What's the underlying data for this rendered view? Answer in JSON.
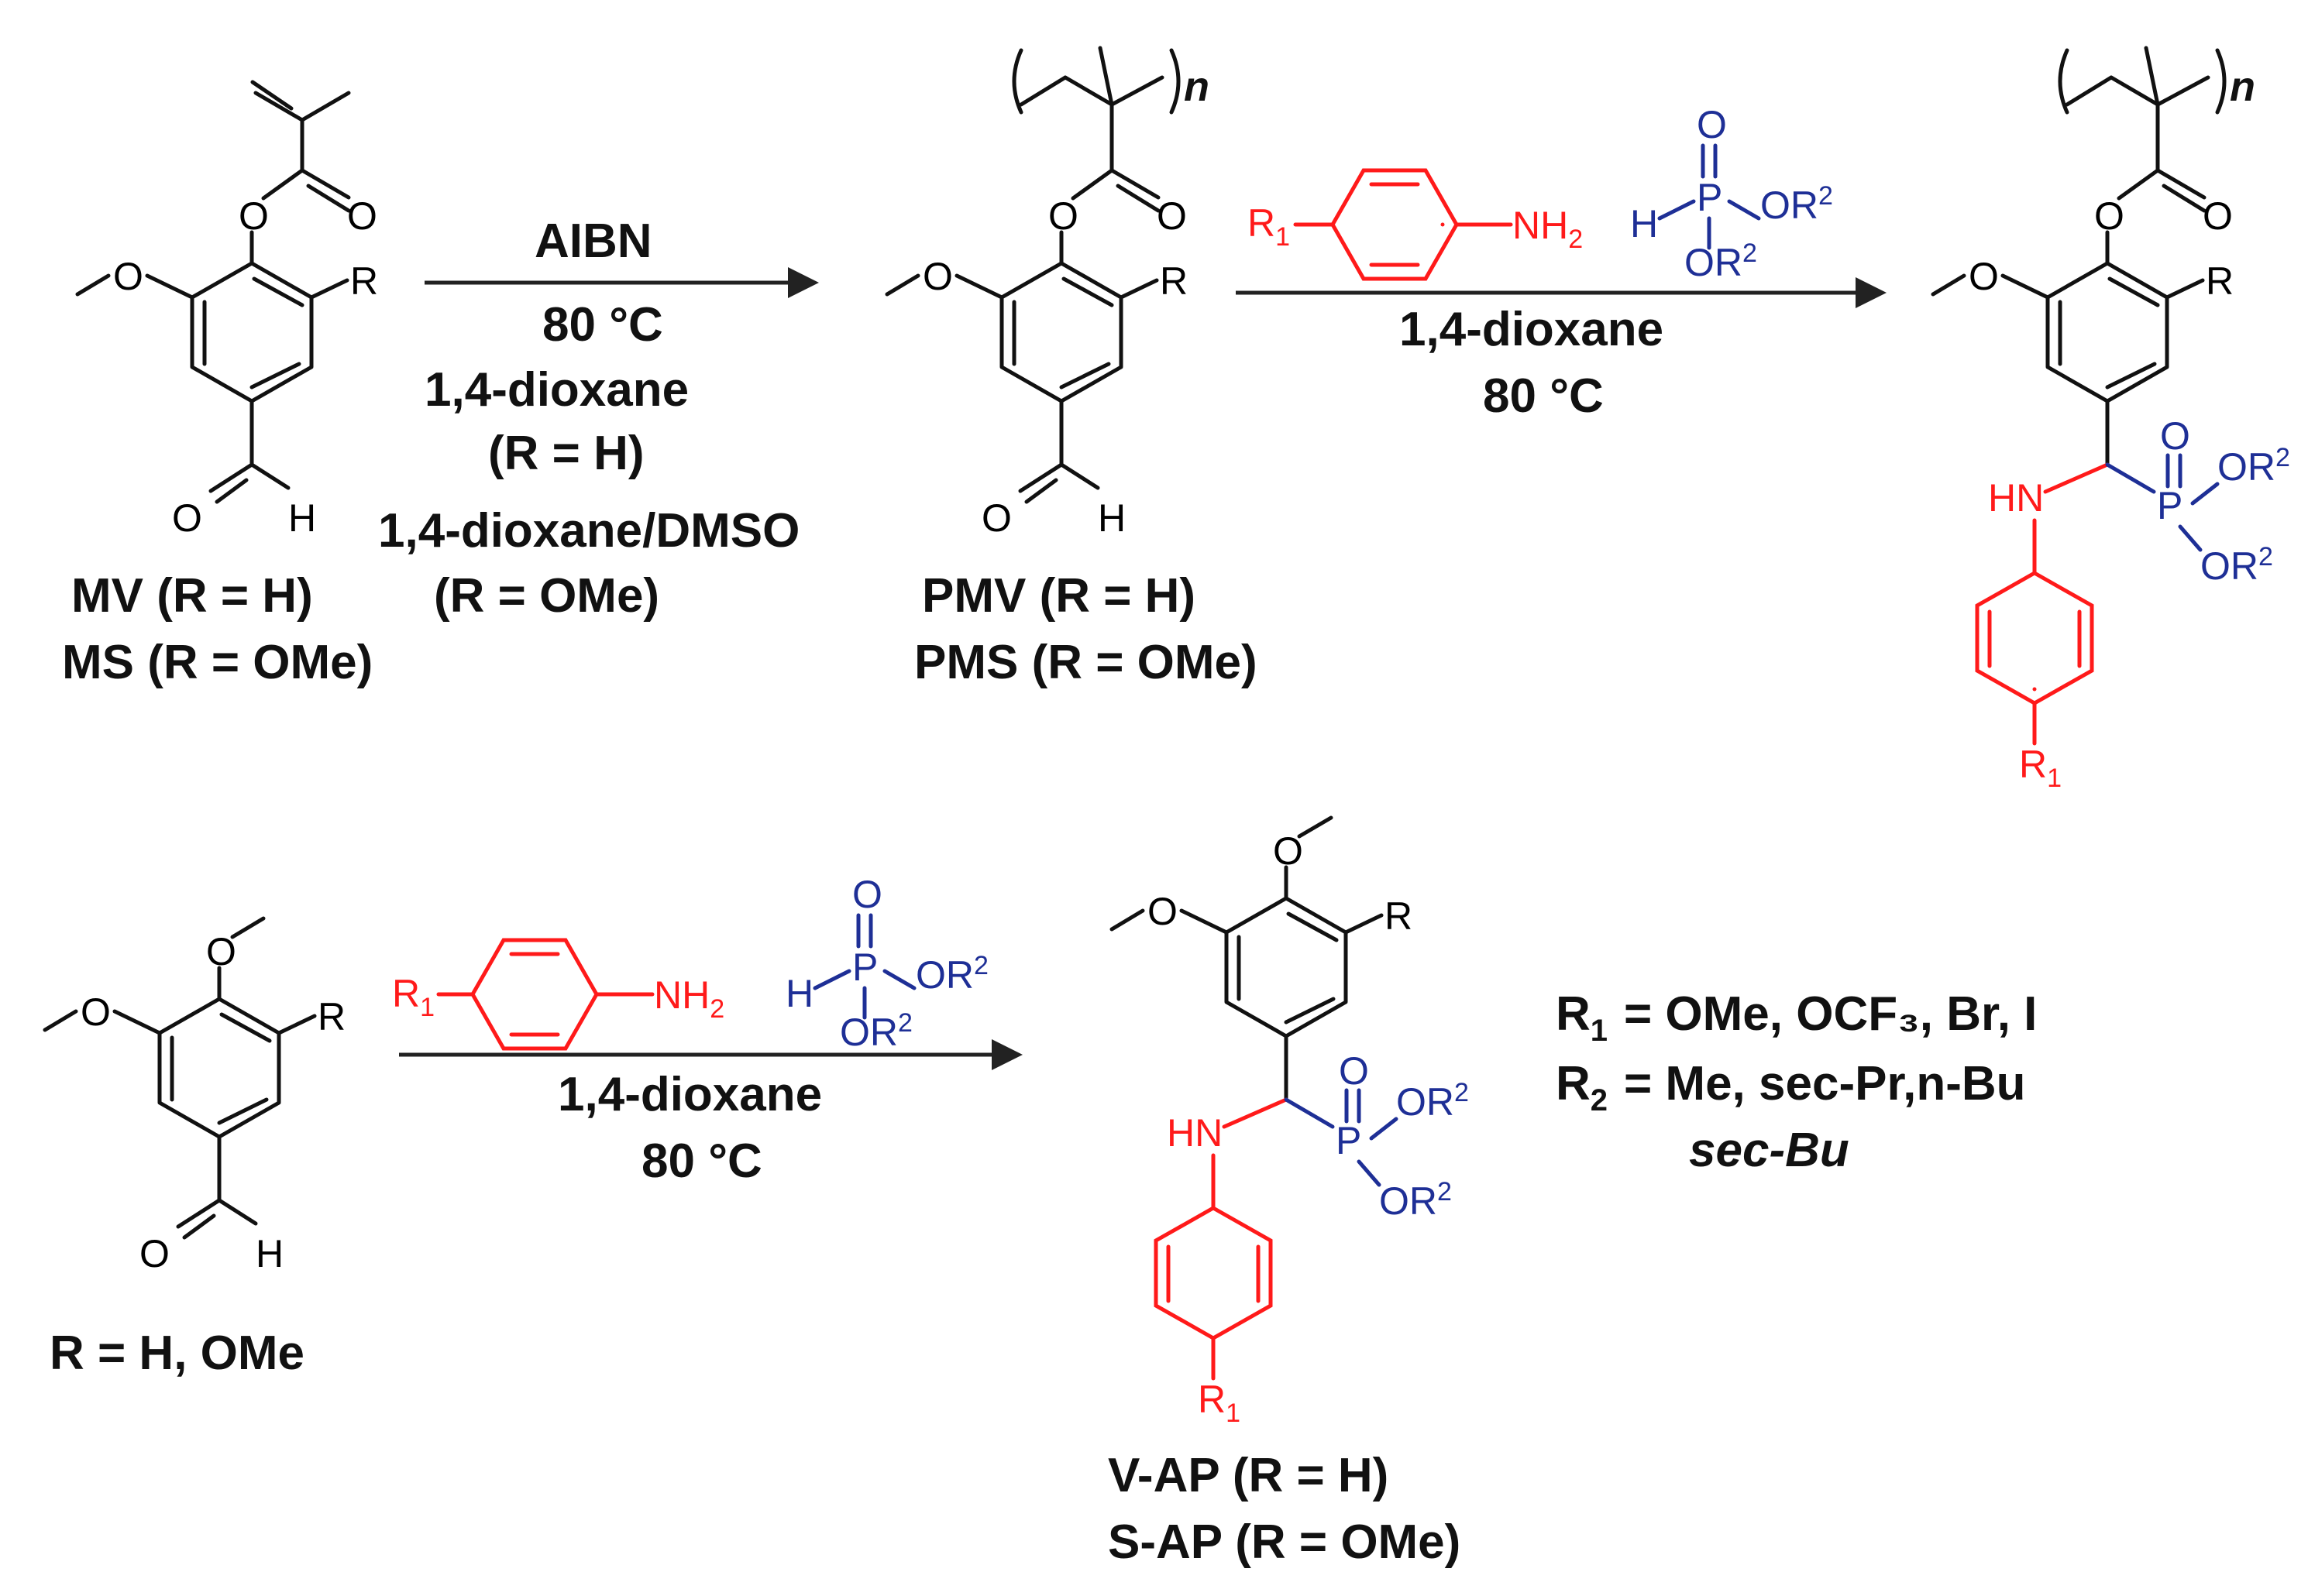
{
  "colors": {
    "ink": "#111111",
    "amine": "#ff1a1a",
    "phosphite": "#1e2f96"
  },
  "labels": {
    "mv": "MV (R = H)",
    "ms": "MS (R = OMe)",
    "pmv": "PMV (R = H)",
    "pms": "PMS (R = OMe)",
    "aldehyde_r": "R = H, OMe",
    "vap": "V-AP (R = H)",
    "sap": "S-AP (R = OMe)"
  },
  "conditions": {
    "step1": {
      "initiator": "AIBN",
      "temperature": "80 °C",
      "solvent_h": "1,4-dioxane",
      "case_h": "(R = H)",
      "solvent_ome": "1,4-dioxane/DMSO",
      "case_ome": "(R = OMe)"
    },
    "step2": {
      "solvent": "1,4-dioxane",
      "temperature": "80 °C"
    },
    "step3": {
      "solvent": "1,4-dioxane",
      "temperature": "80 °C"
    }
  },
  "legend": {
    "r1": "= OMe, OCF₃, Br, I",
    "r2_line1": "= Me, sec-Pr,n-Bu",
    "r2_line2": "sec-Bu"
  }
}
